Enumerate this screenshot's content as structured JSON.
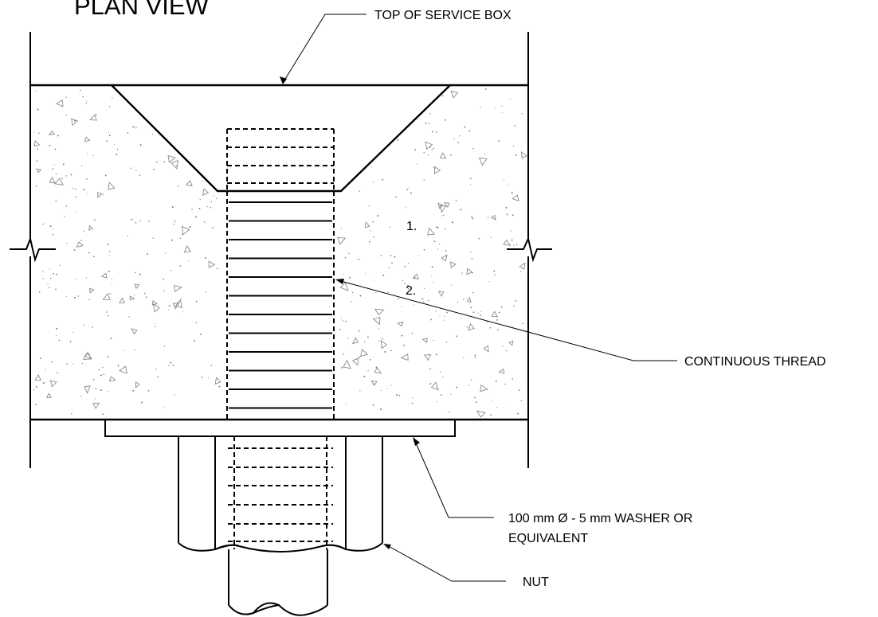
{
  "title": "PLAN VIEW",
  "callouts": {
    "top_of_service_box": "TOP OF SERVICE BOX",
    "continuous_thread": "CONTINUOUS THREAD",
    "washer_line1": "100 mm Ø - 5 mm WASHER OR",
    "washer_line2": "EQUIVALENT",
    "nut": "NUT"
  },
  "zone_labels": {
    "zone_1": "1.",
    "zone_2": "2."
  }
}
